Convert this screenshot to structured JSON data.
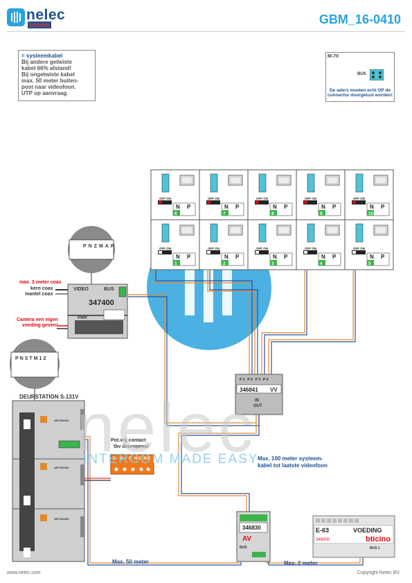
{
  "header": {
    "brand": "nelec",
    "brand_sub": "bticino",
    "doc_code": "GBM_16-0410"
  },
  "note": {
    "heading": "= systeemkabel",
    "lines": [
      "Bij andere getwiste",
      "kabel 66% afstand!",
      "Bij ongetwiste kabel",
      "max. 50 meter buiten-",
      "post naar videofoon.",
      "UTP op aanvraag."
    ]
  },
  "m70": {
    "title": "M-70",
    "bus_label": "BUS",
    "text": "De aders moeten echt OP de connector doorgelust worden!"
  },
  "monitors": {
    "top_row": [
      "6",
      "7",
      "8",
      "9",
      "10"
    ],
    "bottom_row": [
      "1",
      "2",
      "3",
      "4",
      "5"
    ],
    "switch_label": "OFF ON",
    "n_label": "N",
    "p_label": "P"
  },
  "interface_347400": {
    "code": "347400",
    "video_label": "VIDEO",
    "bus_label": "BUS",
    "pwr_label": "PWR",
    "terminals": [
      "P",
      "N",
      "Z",
      "M",
      "A",
      "P"
    ]
  },
  "camera_notes": {
    "max_coax": "max. 3 meter coax",
    "kern": "kern coax",
    "mantel": "mantel coax",
    "camera": "Camera een eigen",
    "camera2": "voeding geven!"
  },
  "distributor": {
    "code": "346841",
    "ports": [
      "P1",
      "P2",
      "P3",
      "P4"
    ],
    "vv": "VV",
    "in_label": "IN",
    "out_label": "OUT"
  },
  "doorstation": {
    "title": "DEURSTATION S-131V",
    "terminals": [
      "P",
      "N",
      "S",
      "T",
      "M",
      "1",
      "2"
    ],
    "modules": [
      "ART352302",
      "ART352300",
      "ART352300"
    ]
  },
  "contact": {
    "line1": "Pot.vrij contact",
    "line2": "tbv deuropener",
    "terminals": [
      "S-",
      "S+",
      "C",
      "NC",
      "NO"
    ]
  },
  "notes2": {
    "max100": "Max. 100 meter systeem-",
    "max100b": "kabel tot laatste videofoon",
    "max50": "Max. 50 meter",
    "max2": "Max. 2 meter"
  },
  "power_346830": {
    "code": "346830",
    "av": "AV",
    "bus": "BUS"
  },
  "psu": {
    "model": "E-63",
    "title": "VOEDING",
    "code": "346000",
    "brand": "bticino",
    "bus_label": "BUS 1"
  },
  "watermark": {
    "text": "nelec",
    "sub": "INTERCOM MADE EASY"
  },
  "footer": {
    "left": "www.nelec.com",
    "right": "Copyright Nelec BV"
  },
  "colors": {
    "brand_blue": "#1f4f91",
    "accent": "#2aa3dd",
    "red": "#e30613",
    "terminal_green": "#3cb44b",
    "cyan_block": "#4fc3d8"
  }
}
